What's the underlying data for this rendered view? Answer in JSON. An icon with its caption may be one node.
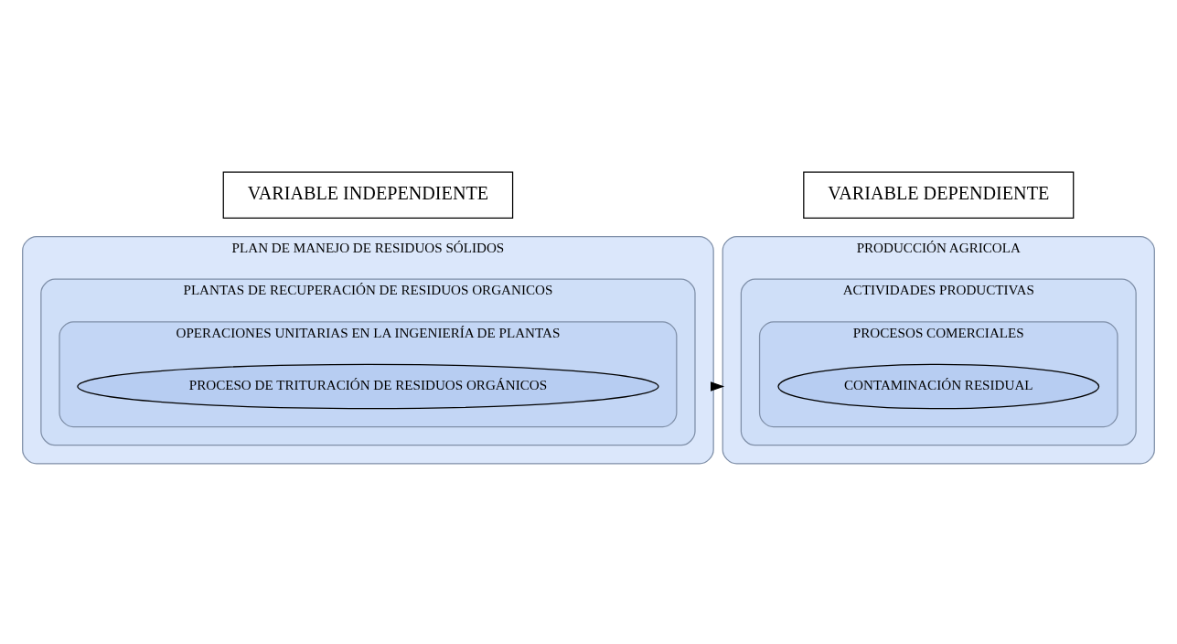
{
  "diagram": {
    "nodes": [
      {
        "text": [
          "PLAN DE MANEJO DE RESIDUOS SÓLIDOS"
        ]
      },
      {
        "text": [
          "PLANTAS DE RECUPERACIÓN DE RESIDUOS ORGANICOS"
        ],
        "in": 0
      },
      {
        "text": [
          "OPERACIONES UNITARIAS EN LA INGENIERÍA DE PLANTAS"
        ],
        "in": 1
      },
      {
        "text": [
          "PROCESO DE TRITURACIÓN DE RESIDUOS ORGÁNICOS"
        ],
        "in": 2
      },
      {
        "text": [
          "PRODUCCIÓN AGRICOLA"
        ]
      },
      {
        "text": [
          "ACTIVIDADES PRODUCTIVAS"
        ],
        "in": 4
      },
      {
        "text": [
          "PROCESOS COMERCIALES"
        ],
        "in": 5
      },
      {
        "text": [
          "CONTAMINACIÓN RESIDUAL"
        ],
        "in": 6
      },
      {
        "text": [
          "VARIABLE INDEPENDIENTE"
        ]
      },
      {
        "text": [
          "VARIABLE DEPENDIENTE"
        ]
      }
    ],
    "edges": [
      {
        "from": 0,
        "to": 4,
        "arrow": "to"
      }
    ]
  }
}
